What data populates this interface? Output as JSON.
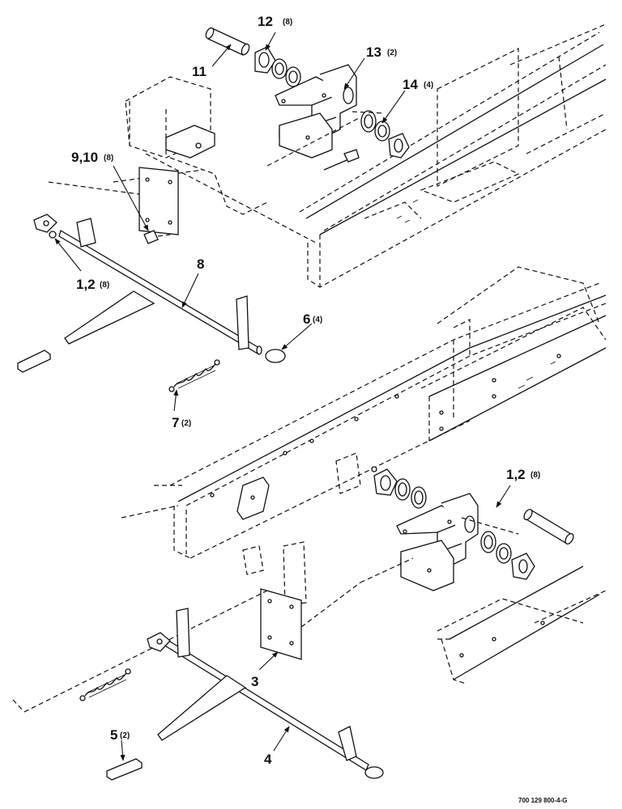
{
  "diagram": {
    "callouts": [
      {
        "id": "c12",
        "number": "12",
        "qty": "(8)"
      },
      {
        "id": "c11",
        "number": "11",
        "qty": ""
      },
      {
        "id": "c13",
        "number": "13",
        "qty": "(2)"
      },
      {
        "id": "c14",
        "number": "14",
        "qty": "(4)"
      },
      {
        "id": "c910",
        "number": "9,10",
        "qty": "(8)"
      },
      {
        "id": "c8",
        "number": "8",
        "qty": ""
      },
      {
        "id": "c12a",
        "number": "1,2",
        "qty": "(8)"
      },
      {
        "id": "c6",
        "number": "6",
        "qty": "(4)"
      },
      {
        "id": "c7",
        "number": "7",
        "qty": "(2)"
      },
      {
        "id": "c12b",
        "number": "1,2",
        "qty": "(8)"
      },
      {
        "id": "c3",
        "number": "3",
        "qty": ""
      },
      {
        "id": "c4",
        "number": "4",
        "qty": ""
      },
      {
        "id": "c5",
        "number": "5",
        "qty": "(2)"
      }
    ],
    "reference": "700 129 800-4-G"
  }
}
